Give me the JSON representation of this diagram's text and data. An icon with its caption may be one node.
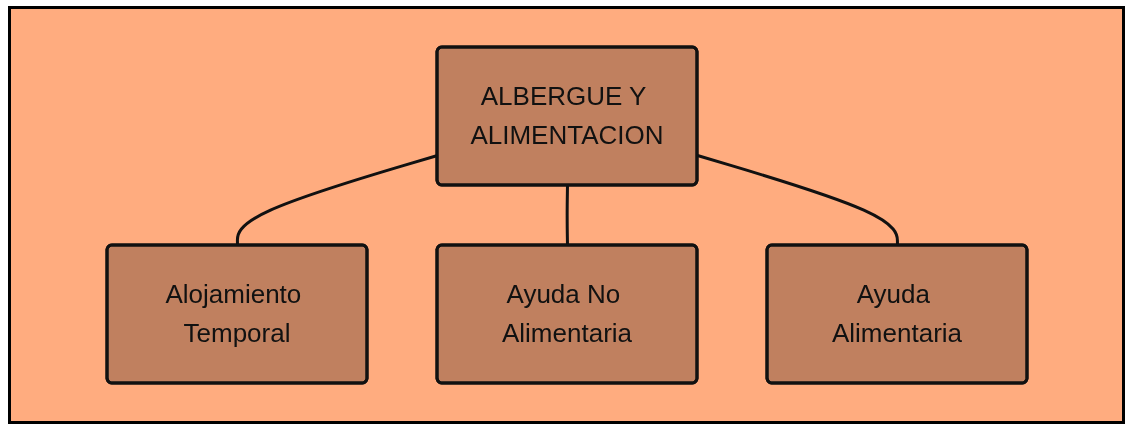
{
  "diagram": {
    "nodes": [
      {
        "text": [
          "ALBERGUE Y ALIMENTACION"
        ]
      },
      {
        "text": [
          "Alojamiento Temporal"
        ]
      },
      {
        "text": [
          "Ayuda No Alimentaria"
        ]
      },
      {
        "text": [
          "Ayuda Alimentaria"
        ]
      }
    ],
    "edges": [
      {
        "from": 0,
        "to": 1,
        "arrow": "none"
      },
      {
        "from": 0,
        "to": 2,
        "arrow": "none"
      },
      {
        "from": 0,
        "to": 3,
        "arrow": "none"
      }
    ]
  }
}
